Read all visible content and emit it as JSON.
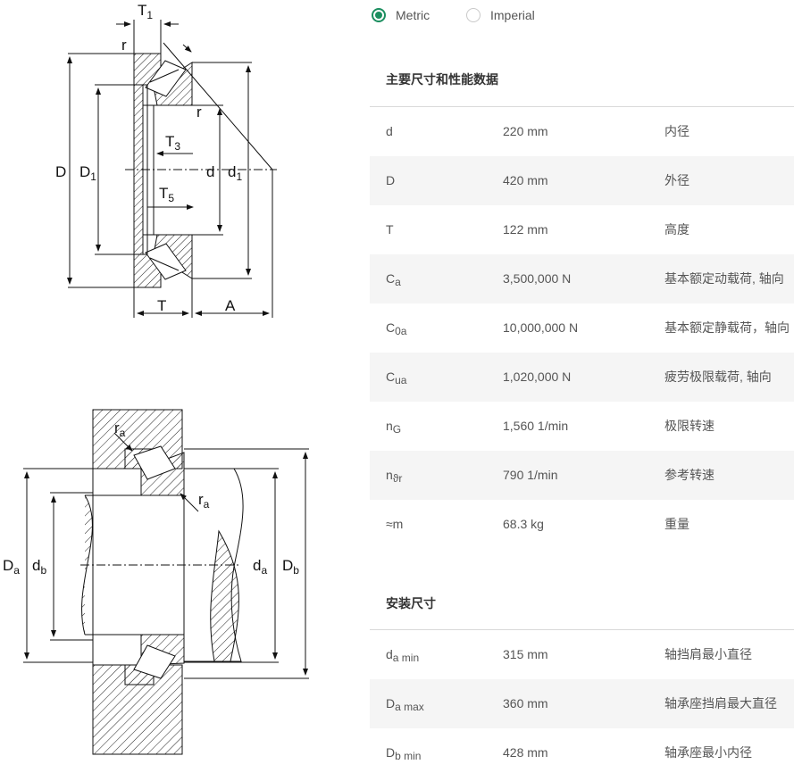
{
  "unit_toggle": {
    "options": [
      {
        "label": "Metric",
        "selected": true
      },
      {
        "label": "Imperial",
        "selected": false
      }
    ],
    "accent_color": "#1b8e5f"
  },
  "drawing_top": {
    "labels": {
      "T1_main": "T",
      "T1_sub": "1",
      "r_left": "r",
      "r_right": "r",
      "D": "D",
      "D1_main": "D",
      "D1_sub": "1",
      "T3_main": "T",
      "T3_sub": "3",
      "T5_main": "T",
      "T5_sub": "5",
      "d": "d",
      "d1_main": "d",
      "d1_sub": "1",
      "T": "T",
      "A": "A"
    }
  },
  "drawing_bottom": {
    "labels": {
      "ra_top_main": "r",
      "ra_top_sub": "a",
      "ra_right_main": "r",
      "ra_right_sub": "a",
      "Da_main": "D",
      "Da_sub": "a",
      "db_main": "d",
      "db_sub": "b",
      "da_main": "d",
      "da_sub": "a",
      "Db_main": "D",
      "Db_sub": "b"
    }
  },
  "main_dimensions": {
    "title": "主要尺寸和性能数据",
    "rows": [
      {
        "symbol": "d",
        "sub": "",
        "value": "220 mm",
        "description": "内径"
      },
      {
        "symbol": "D",
        "sub": "",
        "value": "420 mm",
        "description": "外径"
      },
      {
        "symbol": "T",
        "sub": "",
        "value": "122 mm",
        "description": "高度"
      },
      {
        "symbol": "C",
        "sub": "a",
        "value": "3,500,000 N",
        "description": "基本额定动载荷, 轴向"
      },
      {
        "symbol": "C",
        "sub": "0a",
        "value": "10,000,000 N",
        "description": "基本额定静载荷，轴向"
      },
      {
        "symbol": "C",
        "sub": "ua",
        "value": "1,020,000 N",
        "description": "疲劳极限载荷, 轴向"
      },
      {
        "symbol": "n",
        "sub": "G",
        "value": "1,560 1/min",
        "description": "极限转速"
      },
      {
        "symbol": "n",
        "sub": "ϑr",
        "value": "790 1/min",
        "description": "参考转速"
      },
      {
        "symbol": "≈m",
        "sub": "",
        "value": "68.3 kg",
        "description": "重量"
      }
    ]
  },
  "mounting_dimensions": {
    "title": "安装尺寸",
    "rows": [
      {
        "symbol": "d",
        "sub": "a min",
        "value": "315 mm",
        "description": "轴挡肩最小直径"
      },
      {
        "symbol": "D",
        "sub": "a max",
        "value": "360 mm",
        "description": "轴承座挡肩最大直径"
      },
      {
        "symbol": "D",
        "sub": "b min",
        "value": "428 mm",
        "description": "轴承座最小内径"
      }
    ]
  }
}
